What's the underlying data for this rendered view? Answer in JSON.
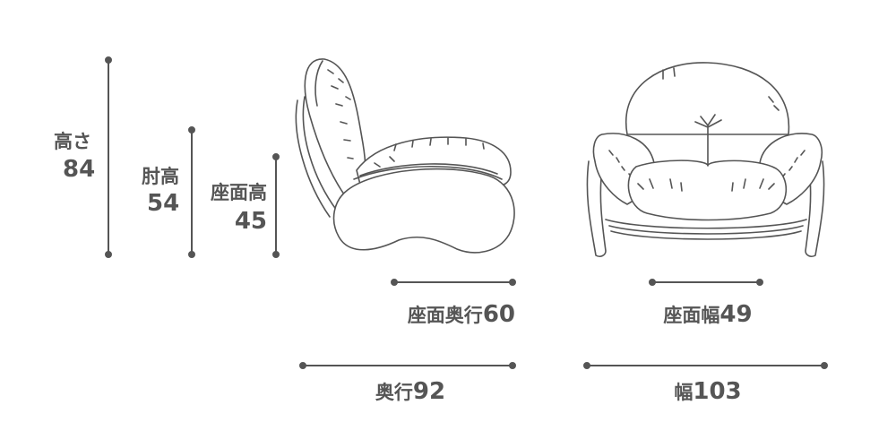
{
  "colors": {
    "line": "#555555",
    "text": "#555555",
    "background": "#ffffff"
  },
  "dims": {
    "height": {
      "label": "高さ",
      "value": "84"
    },
    "arm_height": {
      "label": "肘高",
      "value": "54"
    },
    "seat_height": {
      "label": "座面高",
      "value": "45"
    },
    "seat_depth": {
      "label": "座面奥行",
      "value": "60"
    },
    "seat_width": {
      "label": "座面幅",
      "value": "49"
    },
    "depth": {
      "label": "奥行",
      "value": "92"
    },
    "width": {
      "label": "幅",
      "value": "103"
    }
  }
}
